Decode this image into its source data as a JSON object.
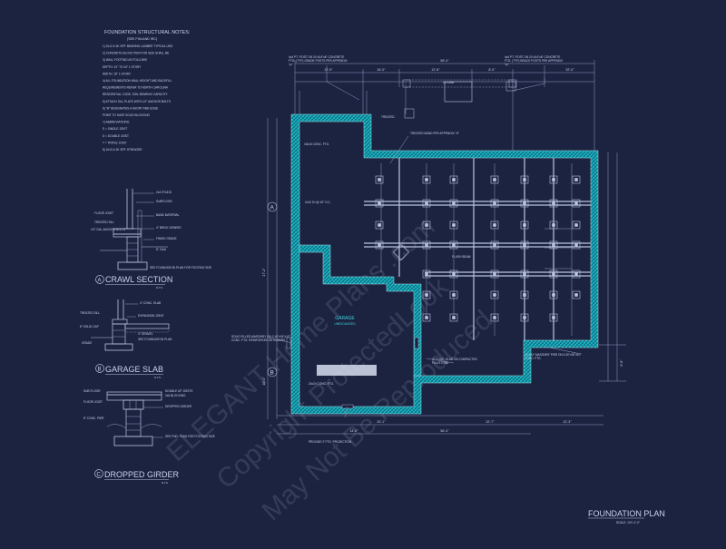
{
  "notes": {
    "title": "FOUNDATION STRUCTURAL NOTES:",
    "subtitle": "(SEE FHA AND IRC)",
    "lines": [
      "1) 2x12 & 3K SPF. BEARING LUMBER TYPICAL UNO",
      "2) CONCRETE BLOCK PIER FOR SIZE SHALL BE",
      "3) WALL FOOTING AS FOLLOWS",
      "   DEPTH: 12\" TO 24\" 1 STORY",
      "   WIDTH: 16\" 1 STORY",
      "4) ALL FOUNDATION WALL HEIGHT AND BACKFILL",
      "   REQUIREMENTS REFER TO NORTH CAROLINA",
      "   RESIDENTIAL CODE, SOIL BEARING CAPACITY",
      "5) ATTACH SILL PLATE WITH 1/2\" ANCHOR BOLTS",
      "6) \"B\" DESIGNATES A SHORT AND EDGE",
      "   POINT TO HAVE SOLID BLOCKING",
      "7) ABBREVIATIONS:",
      "   S = SINGLE JOIST",
      "   D = DOUBLE JOIST",
      "   T = TRIPLE JOIST",
      "8) 2x10 & 3K SPF. STRINGER"
    ]
  },
  "details": {
    "crawl": {
      "number": "A",
      "title": "CRAWL SECTION",
      "scale": "N.T.S.",
      "labels": [
        "2x4 STUDS",
        "SUBFLOOR",
        "FLOOR JOIST",
        "TREATED SILL",
        "BAND MATERIAL",
        "1/2\" DIA. ANCHOR BOLTS",
        "4\" BRICK VENEER",
        "FINISH GRADE",
        "8\" CMU",
        "SEE FOUNDATION PLAN FOR FOOTING SIZE"
      ]
    },
    "garage": {
      "number": "B",
      "title": "GARAGE SLAB",
      "scale": "N.T.S.",
      "labels": [
        "TREATED SILL",
        "EXPANSION JOINT",
        "4\" CONC. SLAB",
        "8\" SOLID CAP",
        "GRADE",
        "SEE FOUNDATION PLAN",
        "4\" GRAVEL"
      ]
    },
    "girder": {
      "number": "C",
      "title": "DROPPED GIRDER",
      "scale": "N.T.S.",
      "labels": [
        "SUB FLOOR",
        "FLOOR JOIST",
        "DOUBLE UP JOISTS",
        "2x6 BLOCKING",
        "DROPPED GIRDER",
        "8\" CONC. PIER",
        "SEE FND. PLAN FOR FOOTING SIZE"
      ]
    }
  },
  "plan": {
    "garage_title": "GARAGE",
    "garage_sub": "UNEXCAVATED",
    "callouts": [
      "4x4 P.T. POST ON 24\"x24\"x8\" CONCRETE FTG. (TYP) GRADE POSTS PER APPENDIX \"H\"",
      "4x4 P.T. POST ON 24\"x24\"x8\" CONCRETE FTG. (TYP) BRACE POSTS PER APPENDIX \"H\"",
      "TREATED BAND PER APPENDIX \"H\"",
      "16x16 CONC. FTG.",
      "SOLID FILLED MASONRY ON 2-16\"x24\"x12\" CONC. FTG. REINFORCED W/ #4 BARS",
      "4\" CONC. SLAB ON COMPACTED FILL/STONE",
      "24\"x24\" MASONRY PIER ON A 30\"x30\"x10\" CONC. FTG.",
      "PROVIDE 2' FTG. PROJECTION",
      "24x24 CONC. FTG.",
      "FLUSH BEAM",
      "2x10 SJ @ 16\" O.C.",
      "TREATED",
      "12 DIAB"
    ],
    "dimensions": [
      "58'-4\"",
      "12'-0\"",
      "16'-0\"",
      "12'-6\"",
      "8'-0\"",
      "32'-0\"",
      "17'-2\"",
      "6'-6\"",
      "20'-1\"",
      "56'-4\"",
      "32'-7\"",
      "12'-3\"",
      "14'-0\"",
      "10'-4\""
    ],
    "grid": [
      "A",
      "B"
    ]
  },
  "footer": {
    "title": "FOUNDATION PLAN",
    "scale": "SCALE: 1/4\"=1'-0\""
  },
  "watermark": [
    "ELEGANT Home Plans .com",
    "Copyright ProtectedLook",
    "May Not Be Reproduced"
  ],
  "colors": {
    "background": "#1c2340",
    "linework": "#b9c4e0",
    "wall_fill": "#19b5c4",
    "text": "#c9d3ec"
  }
}
